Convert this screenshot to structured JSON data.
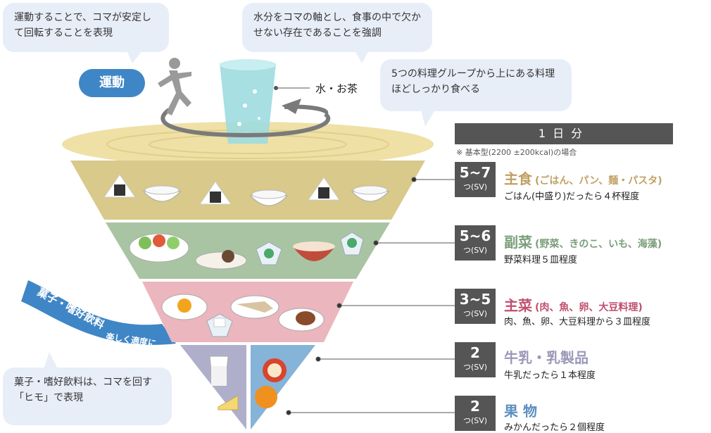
{
  "bubbles": {
    "exercise": "運動することで、コマが安定して回転することを表現",
    "water": "水分をコマの軸とし、食事の中で欠かせない存在であることを強調",
    "groups": "5つの料理グループから上にある料理ほどしっかり食べる",
    "snacks": "菓子・嗜好飲料は、コマを回す「ヒモ」で表現"
  },
  "exercise_label": "運動",
  "water_label": "水・お茶",
  "snack_ribbon": "菓子・嗜好飲料",
  "snack_ribbon_small": "楽しく適度に",
  "one_day": "1日分",
  "note": "※ 基本型(2200 ±200kcal)の場合",
  "groups": [
    {
      "servings": "5~7",
      "unit": "つ(SV)",
      "name": "主食",
      "examples": "(ごはん、パン、麺・パスタ)",
      "guide": "ごはん(中盛り)だったら４杯程度",
      "color": "#c0a064"
    },
    {
      "servings": "5~6",
      "unit": "つ(SV)",
      "name": "副菜",
      "examples": "(野菜、きのこ、いも、海藻)",
      "guide": "野菜料理５皿程度",
      "color": "#7a9e7a"
    },
    {
      "servings": "3~5",
      "unit": "つ(SV)",
      "name": "主菜",
      "examples": "(肉、魚、卵、大豆料理)",
      "guide": "肉、魚、卵、大豆料理から３皿程度",
      "color": "#c04f6e"
    },
    {
      "servings": "2",
      "unit": "つ(SV)",
      "name": "牛乳・乳製品",
      "examples": "",
      "guide": "牛乳だったら１本程度",
      "color": "#9b99b8"
    },
    {
      "servings": "2",
      "unit": "つ(SV)",
      "name": "果 物",
      "examples": "",
      "guide": "みかんだったら２個程度",
      "color": "#5c8fbf"
    }
  ],
  "colors": {
    "top": "#efe0a6",
    "staple": "#d9c98a",
    "side": "#a9c4a2",
    "main": "#ebb6bd",
    "dairy": "#b0afcb",
    "fruit": "#86b3d8",
    "water": "#9ddce0",
    "ribbon": "#3f86c6"
  }
}
